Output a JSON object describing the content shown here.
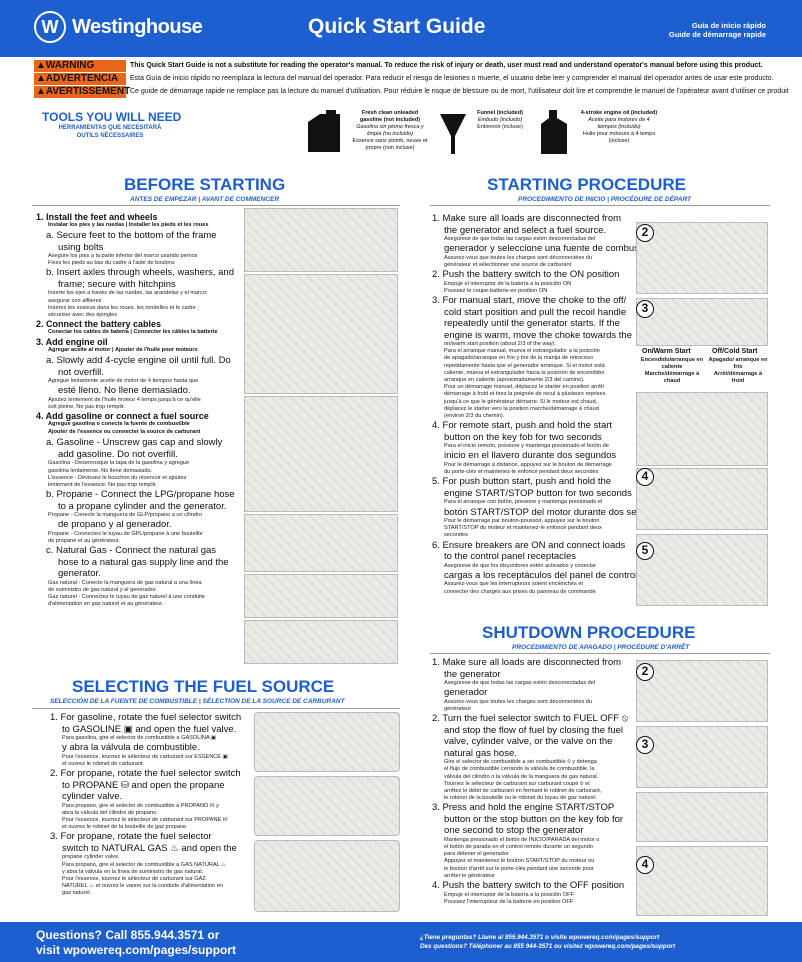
{
  "header": {
    "brand": "Westinghouse",
    "logo_letter": "W",
    "title": "Quick Start Guide",
    "sub_es": "Guía de inicio rápido",
    "sub_fr": "Guide de démarrage rapide"
  },
  "warnings": [
    {
      "label": "WARNING",
      "text": "This Quick Start Guide is not a substitute for reading the operator's manual. To reduce the risk of injury or death, user must read and understand operator's manual before using this product."
    },
    {
      "label": "ADVERTENCIA",
      "text": "Esta Guía de inicio rápido no reemplaza la lectura del manual del operador. Para reducir el riesgo de lesiones o muerte, el usuario debe leer y comprender el manual del operador antes de usar este producto."
    },
    {
      "label": "AVERTISSEMENT",
      "text": "Ce guide de démarrage rapide ne remplace pas la lecture du manuel d'utilisation. Pour réduire le risque de blessure ou de mort, l'utilisateur doit lire et comprendre le manuel de l'opérateur avant d'utiliser ce produit"
    }
  ],
  "tools": {
    "title": "TOOLS YOU WILL NEED",
    "sub_es": "HERRAMIENTAS QUE NECESITARÁ",
    "sub_fr": "OUTILS NÉCESSAIRES",
    "items": [
      {
        "name": "Fresh clean unleaded gasoline (not included)",
        "es": "Gasolina sin plomo fresca y limpia (no incluido)",
        "fr": "Essence sans plomb, neuve et propre (non incluse)"
      },
      {
        "name": "Funnel (included)",
        "es": "Embudo (incluido)",
        "fr": "Entonnoir (incluse)"
      },
      {
        "name": "4-stroke engine oil (included)",
        "es": "Aceite para motores de 4 tiempos (incluido)",
        "fr": "Huile pour moteurs à 4 temps (incluse)"
      }
    ]
  },
  "before": {
    "title": "BEFORE STARTING",
    "sub": "ANTES DE EMPEZAR | AVANT DE COMMENCER",
    "lines": [
      "1.  Install the feet and wheels",
      "Instalar los pies y las ruedas | Installer les pieds et les roues",
      "a.  Secure feet to the bottom of the frame",
      "using bolts",
      "Asegure los pies a la parte inferior del marco usando pernos",
      "Fixez les pieds au bas du cadre à l'aide de boulons",
      "b.  Insert axles through wheels, washers, and",
      "frame; secure with hitchpins",
      "Inserte los ejes a través de las ruedas, las arandelas y el marco;",
      "asegurar con alfileres",
      "Insérez les essieux dans les roues, les rondelles et le cadre ;",
      "sécuriser avec des épingles",
      "2.  Connect the battery cables",
      "Conectar los cables de batería | Connecter les câbles la batterie",
      "3.  Add engine oil",
      "Agregar aceite al motor | Ajouter de l'huile pour moteurs",
      "a.  Slowly add 4-cycle engine oil until full. Do",
      "not overfill.",
      "Agregue lentamente aceite de motor de 4 tiempos hasta que",
      "esté lleno. No llene demasiado.",
      "Ajoutez lentement de l'huile moteur 4 temps jusqu'à ce qu'elle",
      "soit pleine. Ne pas trop remplir.",
      "4.  Add gasoline or connect a fuel source",
      "Agregue gasolina o conecte la fuente de combustible",
      "Ajouter de l'essence ou connecter la source de carburant",
      "a.  Gasoline - Unscrew gas cap and slowly",
      "add gasoline. Do not overfill.",
      "Gasolina - Desenrosque la tapa de la gasolina y agregue",
      "gasolina lentamente. No llene demasiado.",
      "L'essence - Dévissez le bouchon du réservoir et ajoutez",
      "lentement de l'essence. Ne pas trop remplir.",
      "b.  Propane - Connect the LPG/propane hose",
      "to a propane cylinder and the generator.",
      "Propane - Conecte la manguera de GLP/propano a un cilindro",
      "de propano y al generador.",
      "Propane - Connectez le tuyau de GPL/propane à une bouteille",
      "de propane et au générateur.",
      "c.  Natural Gas - Connect the natural gas",
      "hose to a natural gas supply line and the",
      "generator.",
      "Gas natural - Conecte la manguera de gas natural a una línea",
      "de suministro de gas natural y al generador.",
      "Gaz naturel - Connectez le tuyau de gaz naturel à une conduite",
      "d'alimentation en gaz naturel et au générateur."
    ]
  },
  "fuel": {
    "title": "SELECTING THE FUEL SOURCE",
    "sub": "SELECCIÓN DE LA FUENTE DE COMBUSTIBLE | SÉLECTION DE LA SOURCE DE CARBURANT",
    "lines": [
      "1.  For gasoline, rotate the fuel selector switch",
      "to GASOLINE ▣ and open the fuel valve.",
      "Para gasolina, gire el selector de combustible a GASOLINA ▣",
      "y abra la válvula de combustible.",
      "Pour l'essence, tournez le sélecteur de carburant sur ESSENCE ▣",
      "et ouvrez le robinet de carburant.",
      "2.  For propane, rotate the fuel selector switch",
      "to PROPANE ⛁ and open the propane",
      "cylinder valve.",
      "Para propano, gire el selector de combustible a PROPANO ⛁ y",
      "abra la válvula del cilindro de propano.",
      "Pour l'essence, tournez le sélecteur de carburant sur PROPANE ⛁",
      "et ouvrez le robinet de la bouteille de gaz propane.",
      "3.  For propane, rotate the fuel selector",
      "switch to NATURAL GAS ♨ and open the",
      "propane cylinder valve.",
      "Para propano, gire el selector de combustible a GAS NATURAL ♨",
      "y abra la válvula en la línea de suministro de gas natural.",
      "Pour l'essence, tournez le sélecteur de carburant sur GAZ",
      "NATUREL ♨ et ouvrez le vanne sur la conduite d'alimentation en",
      "gaz naturel."
    ]
  },
  "starting": {
    "title": "STARTING PROCEDURE",
    "sub": "PROCEDIMIENTO DE INICIO | PROCÉDURE DE DÉPART",
    "lines": [
      "1.  Make sure all loads are disconnected from",
      "the generator and select a fuel source.",
      "Asegúrese de que todas las cargas estén desconectadas del",
      "generador y seleccione una fuente de combustible",
      "Assurez-vous que toutes les charges sont déconnectées du",
      "générateur et sélectionner une source de carburant",
      "2.  Push the battery switch to the ON position",
      "Empuje el interruptor de la batería a la posición ON",
      "Poussez le coupe-batterie en position ON",
      "3.  For manual start, move the choke to the off/",
      "cold start position and pull the recoil handle",
      "repeatedly until the generator starts. If the",
      "engine is warm, move the choke towards the",
      "on/warm start position (about 2/3 of the way).",
      "Para el arranque manual, mueva el estrangulador a la posición",
      "de apagado/arranque en frío y tire de la manija de retroceso",
      "repetidamente hasta que el generador arranque. Si el motor está",
      "caliente, mueva el estrangulador hacia la posición de encendido/",
      "arranque en caliente (aproximadamente 2/3 del camino).",
      "Pour un démarrage manuel, déplacez le starter en position arrêt/",
      "démarrage à froid et tirez la poignée de recul à plusieurs reprises",
      "jusqu'à ce que le générateur démarre. Si le moteur est chaud,",
      "déplacez le starter vers la position marche/démarrage à chaud",
      "(environ 2/3 du chemin).",
      "4.  For remote start, push and hold the start",
      "button on the key fob for two seconds",
      "Para el inicio remoto, presione y mantenga presionado el botón de",
      "inicio en el llavero durante dos segundos",
      "Pour le démarrage à distance, appuyez sur le bouton de démarrage",
      "du porte-clés et maintenez-le enfoncé pendant deux secondes",
      "5.  For push button start, push and hold the",
      "engine START/STOP button for two seconds",
      "Para el arranque con botón, presione y mantenga presionado el",
      "botón START/STOP del motor durante dos segundos",
      "Pour le démarrage par bouton-poussoir, appuyez sur le bouton",
      "START/STOP du moteur et maintenez-le enfoncé pendant deux",
      "secondes",
      "6.  Ensure breakers are ON and connect loads",
      "to the control panel receptacles",
      "Asegúrese de que los disyuntores estén activados y conectar",
      "cargas a los receptáculos del panel de control",
      "Assurez-vous que les interrupteurs soient enclenchés et",
      "connecter des charges aux prises du panneau de commande"
    ],
    "choke_on": {
      "title": "On/Warm Start",
      "es": "Encendido/arranque en caliente",
      "fr": "Marche/démarrage à chaud"
    },
    "choke_off": {
      "title": "Off/Cold Start",
      "es": "Apagado/ arranque en frío",
      "fr": "Arrêt/démarrage à froid"
    }
  },
  "shutdown": {
    "title": "SHUTDOWN PROCEDURE",
    "sub": "PROCEDIMIENTO DE APAGADO | PROCÉDURE D'ARRÊT",
    "lines": [
      "1.  Make sure all loads are disconnected from",
      "the generator",
      "Asegúrese de que todas las cargas estén desconectadas del",
      "generador",
      "Assurez-vous que toutes les charges sont déconnectées du",
      "générateur",
      "2.  Turn the fuel selector switch to FUEL OFF ⦸",
      "and stop the flow of fuel by closing the fuel",
      "valve, cylinder valve, or the valve on the",
      "natural gas hose.",
      "Gire el selector de combustible a sin combustible ⦸ y detenga",
      "el flujo de combustible cerrando la válvula de combustible, la",
      "válvula del cilindro o la válvula de la manguera de gas natural.",
      "Tournez le sélecteur de carburant sur carburant coupé ⦸ et",
      "arrêtez le débit de carburant en fermant le robinet de carburant,",
      "le robinet de la bouteille ou le robinet du tuyau de gaz naturel.",
      "3.  Press and hold the engine START/STOP",
      "button or the stop button on the key fob for",
      "one second to stop the generator",
      "Mantenga presionado el botón de INICIO/PARADA del motor o",
      "el botón de parada en el control remoto durante un segundo",
      "para detener el generador",
      "Appuyez et maintenez le bouton START/STOP du moteur ou",
      "le bouton d'arrêt sur le porte-clés pendant une seconde pour",
      "arrêter le générateur",
      "4.  Push the battery switch to the OFF position",
      "Empuje el interruptor de la batería a la posición OFF",
      "Poussez l'interrupteur de la batterie en position OFF"
    ]
  },
  "badges": [
    "2",
    "3",
    "4",
    "5",
    "2",
    "3",
    "4"
  ],
  "footer": {
    "line1": "Questions? Call 855.944.3571 or",
    "line2": "visit wpowereq.com/pages/support",
    "es": "¿Tiene preguntas? Llame al 855.944.3571 o visite wpowereq.com/pages/support",
    "fr": "Des questions? Téléphoner au 855 944-3571 ou visitez wpowereq.com/pages/support"
  },
  "colors": {
    "brand_blue": "#1d5fcf",
    "warning_orange": "#e8651a"
  }
}
